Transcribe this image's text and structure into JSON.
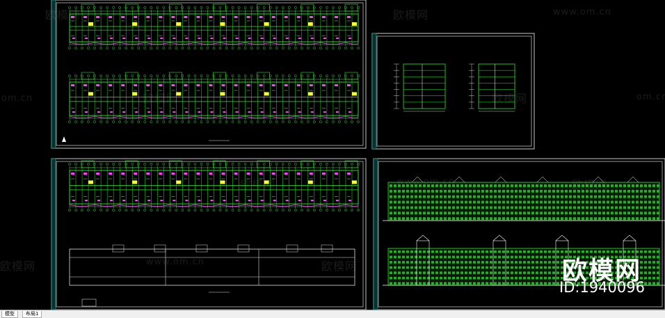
{
  "watermark": {
    "brand": "欧模网",
    "id_label": "ID:1940096",
    "site": "www.om.cn",
    "site_short": "om.cn"
  },
  "tabs": [
    {
      "label": "模型"
    },
    {
      "label": "布局1"
    }
  ],
  "colors": {
    "background": "#000000",
    "frame": "#c8c8c8",
    "walls": "#2ee82e",
    "annotation": "#ff40ff",
    "highlight": "#ffff30",
    "text": "#ffffff"
  }
}
